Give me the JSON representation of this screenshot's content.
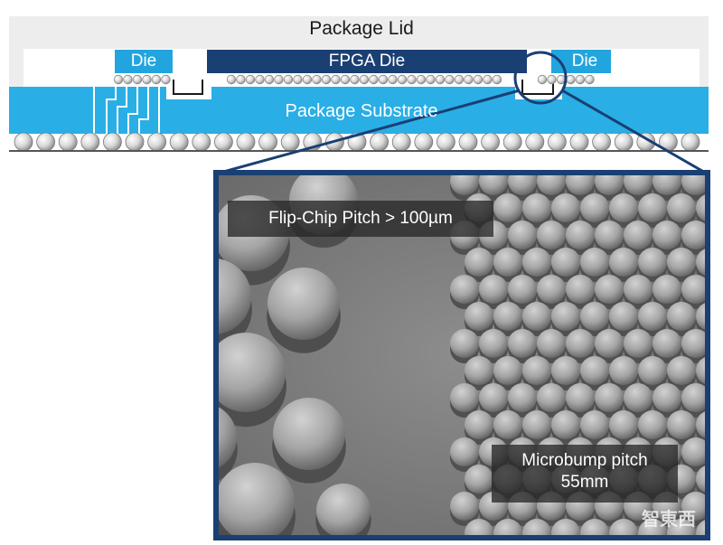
{
  "package": {
    "lid_label": "Package Lid",
    "fpga_label": "FPGA Die",
    "die_left_label": "Die",
    "die_right_label": "Die",
    "substrate_label": "Package Substrate"
  },
  "micrograph": {
    "flipchip_label": "Flip-Chip Pitch > 100µm",
    "microbump_label_line1": "Microbump pitch",
    "microbump_label_line2": "55mm"
  },
  "watermark": {
    "text": "智東西"
  },
  "colors": {
    "lid": "#ededed",
    "die": "#22a5df",
    "fpga": "#1a3f73",
    "substrate": "#2aaee6",
    "zoom_frame": "#1a3f73",
    "sem_bg": "#7c7c7c"
  }
}
